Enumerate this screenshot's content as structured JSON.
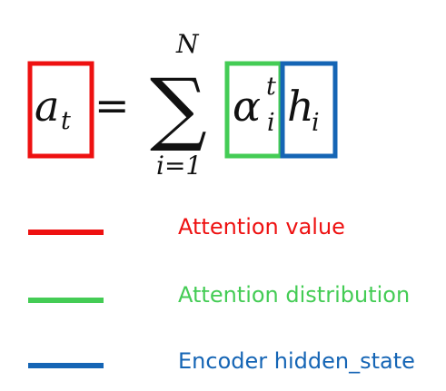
{
  "equation": {
    "a": "a",
    "a_sub": "t",
    "equals": "=",
    "sigma": "∑",
    "upper_limit": "N",
    "lower_limit": "i=1",
    "alpha": "α",
    "alpha_sup": "t",
    "alpha_sub": "i",
    "h": "h",
    "h_sub": "i"
  },
  "legend": [
    {
      "label": "Attention value",
      "color": "#ee1111"
    },
    {
      "label": "Attention distribution",
      "color": "#44cc55"
    },
    {
      "label": "Encoder hidden_state",
      "color": "#1565b5"
    }
  ]
}
